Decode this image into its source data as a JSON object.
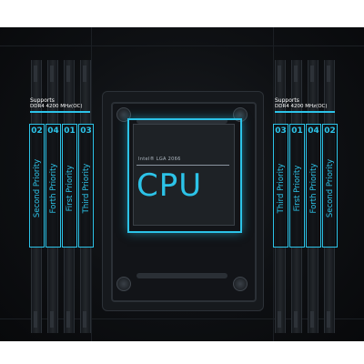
{
  "cpu": {
    "brand_line": "Intel® LGA 2066",
    "label": "CPU"
  },
  "supports_left": {
    "title": "Supports",
    "spec": "DDR4 4200 MHz(OC)"
  },
  "supports_right": {
    "title": "Supports",
    "spec": "DDR4 4200 MHz(OC)"
  },
  "slots_left": [
    {
      "number": "02",
      "priority": "Second Priority"
    },
    {
      "number": "04",
      "priority": "Forth Priority"
    },
    {
      "number": "01",
      "priority": "First Priority"
    },
    {
      "number": "03",
      "priority": "Third Priority"
    }
  ],
  "slots_right": [
    {
      "number": "03",
      "priority": "Third Priority"
    },
    {
      "number": "01",
      "priority": "First Priority"
    },
    {
      "number": "04",
      "priority": "Forth Priority"
    },
    {
      "number": "02",
      "priority": "Second Priority"
    }
  ],
  "colors": {
    "accent": "#2cc3e8",
    "board": "#0e1013",
    "frame": "#ffffff"
  }
}
